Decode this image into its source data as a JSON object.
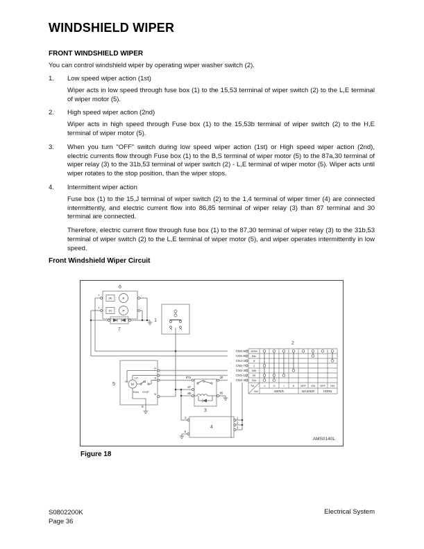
{
  "page": {
    "title": "WINDSHIELD WIPER",
    "section_heading": "FRONT WINDSHIELD WIPER",
    "intro": "You can control windshield wiper by operating wiper washer switch (2).",
    "list": [
      {
        "num": "1.",
        "heading": "Low speed wiper action (1st)",
        "body": [
          "Wiper acts in low speed through fuse box (1) to the 15,53 terminal of wiper switch (2) to the L,E terminal of wiper motor (5)."
        ]
      },
      {
        "num": "2.",
        "heading": "High speed wiper action (2nd)",
        "body": [
          "Wiper acts in high speed through Fuse box (1) to the 15,53b terminal of wiper switch (2) to the H,E terminal of wiper motor (5)."
        ]
      },
      {
        "num": "3.",
        "heading": "When you turn \"OFF\" switch during low speed wiper action (1st) or High speed wiper action (2nd), electric currents flow through Fuse box (1) to the B,S terminal of wiper motor (5) to the 87a,30 terminal of wiper relay (3) to the 31b,53 terminal of wiper switch (2) - L,E terminal of wiper motor (5). Wiper acts until wiper rotates to the stop position, than the wiper stops.",
        "body": []
      },
      {
        "num": "4.",
        "heading": "Intermittent wiper action",
        "body": [
          "Fuse box (1) to the 15,J terminal of wiper switch (2) to the 1,4 terminal of wiper timer (4) are connected intermittently, and electric current flow into 86,85 terminal of wiper relay (3) than 87 terminal and 30 terminal are connected.",
          "Therefore, electric current flow through fuse box (1) to the 87,30 terminal of wiper relay (3) to the 31b,53 terminal of wiper switch (2) to the L,E terminal of wiper motor (5), and wiper operates intermittently in low speed."
        ]
      }
    ],
    "figure_heading": "Front Windshield Wiper Circuit",
    "figure_caption": "Figure 18",
    "figure_code": "AMS0140L",
    "footer": {
      "doc_number": "S0802200K",
      "page_number": "Page 36",
      "section": "Electrical System"
    }
  },
  "diagram": {
    "connectors": [
      "CN5-6",
      "CN5-8",
      "CN4-2",
      "CN5-7",
      "CN5-3",
      "CN5-1",
      "CN5-4"
    ],
    "switch_table": {
      "row_labels": [
        "15/54",
        "53c",
        "H",
        "J",
        "53b",
        "53",
        "31b"
      ],
      "corner": {
        "top": "TM",
        "bottom": "SW"
      },
      "positions": [
        "J",
        "O",
        "I",
        "II",
        "OFF",
        "ON",
        "OFF",
        "ON"
      ],
      "groups": [
        {
          "label": "WIPER",
          "span": 4
        },
        {
          "label": "WASHER",
          "span": 2
        },
        {
          "label": "HORN",
          "span": 2
        }
      ],
      "contacts": [
        [
          1,
          2,
          3,
          4,
          5,
          6,
          7,
          8
        ],
        [
          6
        ],
        [
          8
        ],
        [
          1
        ],
        [
          4
        ],
        [
          1,
          2,
          3
        ],
        [
          1,
          2
        ]
      ]
    },
    "labels": {
      "numbers": {
        "fuse": "1",
        "switch": "2",
        "relay": "3",
        "timer": "4",
        "motor": "5",
        "washer": "6",
        "diode": "7"
      },
      "relay": {
        "a87": "87a",
        "t87": "87",
        "t86": "86",
        "t30": "30",
        "t85": "85"
      },
      "timer": {
        "t4": "4",
        "t5": "5",
        "t1": "1",
        "t2": "2",
        "t3": "3"
      },
      "motor": {
        "m": "M",
        "lo": "LO",
        "hi": "HI",
        "run": "RUN",
        "stop": "STOP",
        "h": "H",
        "s": "S",
        "b": "B",
        "e": "E",
        "minus": "-"
      },
      "pump": {
        "p": "P",
        "r": "(R)",
        "f": "(F)",
        "plus": "+",
        "minus": "-"
      }
    }
  }
}
